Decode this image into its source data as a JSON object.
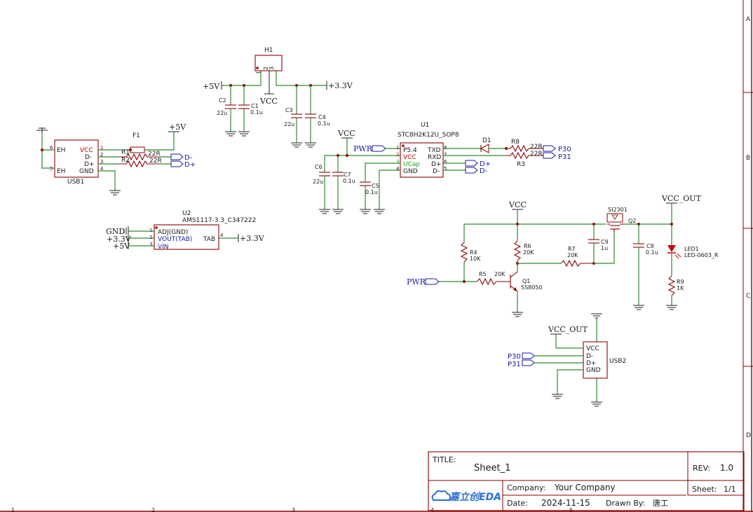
{
  "title_block": {
    "title_label": "TITLE:",
    "title_value": "Sheet_1",
    "rev_label": "REV:",
    "rev_value": "1.0",
    "company_label": "Company:",
    "company_value": "Your Company",
    "sheet_label": "Sheet:",
    "sheet_value": "1/1",
    "date_label": "Date:",
    "date_value": "2024-11-15",
    "drawn_label": "Drawn By:",
    "drawn_value": "唐工",
    "logo_text": "嘉立创EDA"
  },
  "border": {
    "rows": [
      "A",
      "B",
      "C",
      "D"
    ],
    "cols": [
      "1",
      "2",
      "3",
      "4",
      "5"
    ]
  },
  "usb1": {
    "ref": "USB1",
    "pins": {
      "vcc": "VCC",
      "dm": "D-",
      "dp": "D+",
      "gnd": "GND",
      "eh": "EH"
    },
    "pin_nums": [
      "1",
      "2",
      "3",
      "4",
      "5",
      "6"
    ]
  },
  "f1": {
    "ref": "F1",
    "supply": "+5V"
  },
  "r1": {
    "ref": "R1",
    "value": "22R"
  },
  "r2": {
    "ref": "R2",
    "value": "22R"
  },
  "usb_nets": {
    "dm": "D-",
    "dp": "D+"
  },
  "h1": {
    "ref": "H1",
    "pins": [
      "1",
      "2",
      "3"
    ]
  },
  "power_left": {
    "p5v": "+5V",
    "vcc": "VCC",
    "p33": "+3.3V"
  },
  "c1": {
    "ref": "C1",
    "value": "0.1u"
  },
  "c2": {
    "ref": "C2",
    "value": "22u"
  },
  "c3": {
    "ref": "C3",
    "value": "22u"
  },
  "c4": {
    "ref": "C4",
    "value": "0.1u"
  },
  "u2": {
    "ref": "U2",
    "value": "AMS1117-3.3_C347222",
    "pins": {
      "adj": "ADJ(GND)",
      "vout": "VOUT(TAB)",
      "vin": "VIN",
      "tab": "TAB"
    },
    "pin_nums": [
      "1",
      "2",
      "3",
      "4"
    ],
    "nets": {
      "gnd": "GND",
      "p33": "+3.3V",
      "p5v": "+5V",
      "tab": "+3.3V"
    }
  },
  "u1": {
    "ref": "U1",
    "value": "STC8H2K12U_SOP8",
    "pins": {
      "p54": "P5.4",
      "vcc": "VCC",
      "ucap": "UCap",
      "gnd": "GND",
      "txd": "TXD",
      "rxd": "RXD",
      "dp": "D+",
      "dm": "D-"
    },
    "pin_nums": [
      "1",
      "2",
      "3",
      "4",
      "5",
      "6",
      "7",
      "8"
    ],
    "vcc_net": "VCC",
    "pwr_net": "PWR"
  },
  "c5": {
    "ref": "C5",
    "value": "0.1u"
  },
  "c6": {
    "ref": "C6",
    "value": "22u"
  },
  "c7": {
    "ref": "C7",
    "value": "0.1u"
  },
  "d1": {
    "ref": "D1"
  },
  "r8": {
    "ref": "R8",
    "value": "22R"
  },
  "r3": {
    "ref": "R3",
    "value": "22R"
  },
  "p_nets": {
    "p30": "P30",
    "p31": "P31",
    "dp": "D+",
    "dm": "D-"
  },
  "switch": {
    "vcc": "VCC",
    "vcc_out": "VCC_OUT",
    "pwr": "PWR",
    "q2_part": "SI2301",
    "q2_ref": "Q2",
    "r4": {
      "ref": "R4",
      "value": "10K"
    },
    "r5": {
      "ref": "R5",
      "value": "20K"
    },
    "r6": {
      "ref": "R6",
      "value": "20K"
    },
    "r7": {
      "ref": "R7",
      "value": "20K"
    },
    "c9": {
      "ref": "C9",
      "value": "1u"
    },
    "c8": {
      "ref": "C8",
      "value": "0.1u"
    },
    "q1": {
      "ref": "Q1",
      "value": "SS8050"
    },
    "led1": {
      "ref": "LED1",
      "value": "LED-0603_R"
    },
    "r9": {
      "ref": "R9",
      "value": "1K"
    }
  },
  "usb2": {
    "ref": "USB2",
    "pins": {
      "vcc": "VCC",
      "dm": "D-",
      "dp": "D+",
      "gnd": "GND"
    },
    "vcc_out": "VCC_OUT",
    "p30": "P30",
    "p31": "P31"
  }
}
